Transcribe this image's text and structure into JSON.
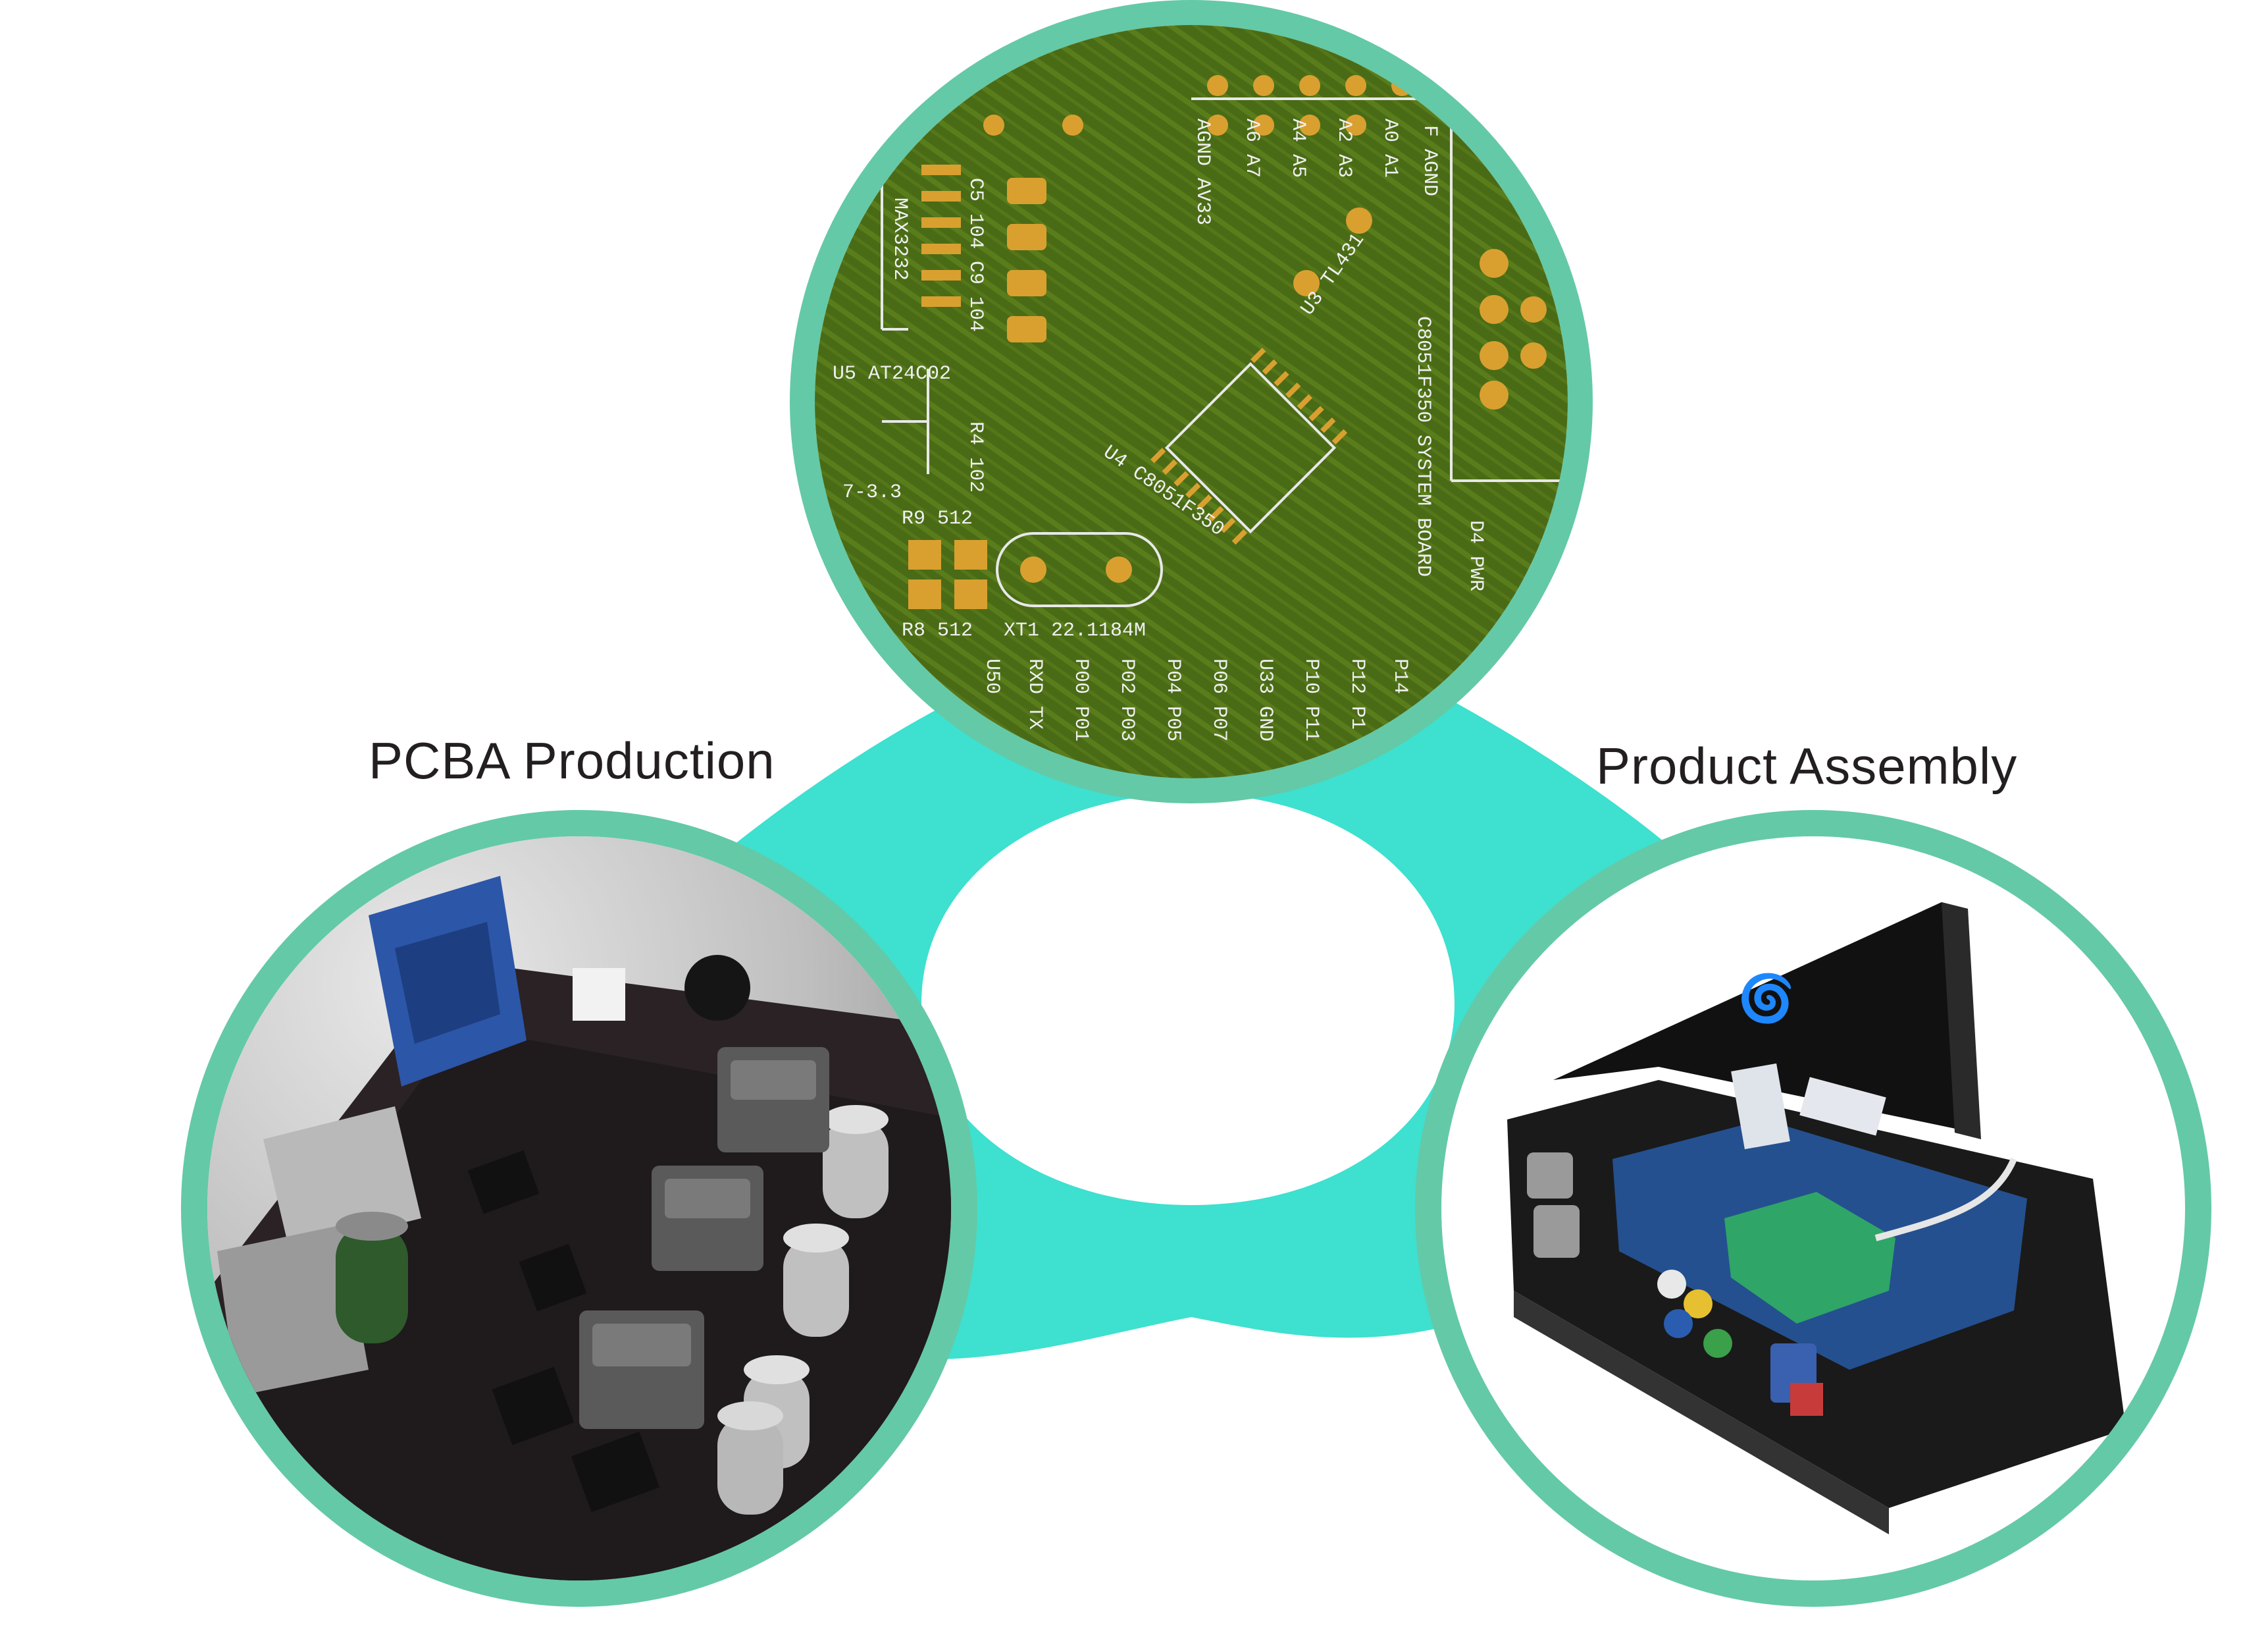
{
  "labels": {
    "left": "PCBA Production",
    "right": "Product Assembly"
  },
  "pcb_silkscreen": {
    "top_labels": [
      "AGND AV33",
      "A6 A7",
      "A4 A5",
      "A2 A3",
      "A0 A1",
      "F AGND"
    ],
    "chips": [
      "MAX3232",
      "U5 AT24C02",
      "U4 C8051F350",
      "U3 TL431",
      "C8051F350 SYSTEM BOARD",
      "D4 PWR"
    ],
    "passives": [
      "C5 104 C9 104",
      "R4 102",
      "R9 512",
      "R8 512",
      "XT1 22.1184M",
      "7-3.3"
    ],
    "pins": [
      "U50",
      "RXD TX",
      "P00 P01",
      "P02 P03",
      "P04 P05",
      "P06 P07",
      "U33 GND",
      "P10 P11",
      "P12 P1",
      "P14"
    ]
  },
  "colors": {
    "ring": "#64c9a7",
    "connector": "#3ee0cf",
    "pcb_green": "#4a6b16",
    "pad_gold": "#d9a030",
    "text": "#231f20"
  },
  "icons": [
    "pcb-board-photo",
    "assembled-pcb-photo",
    "enclosure-photo"
  ]
}
